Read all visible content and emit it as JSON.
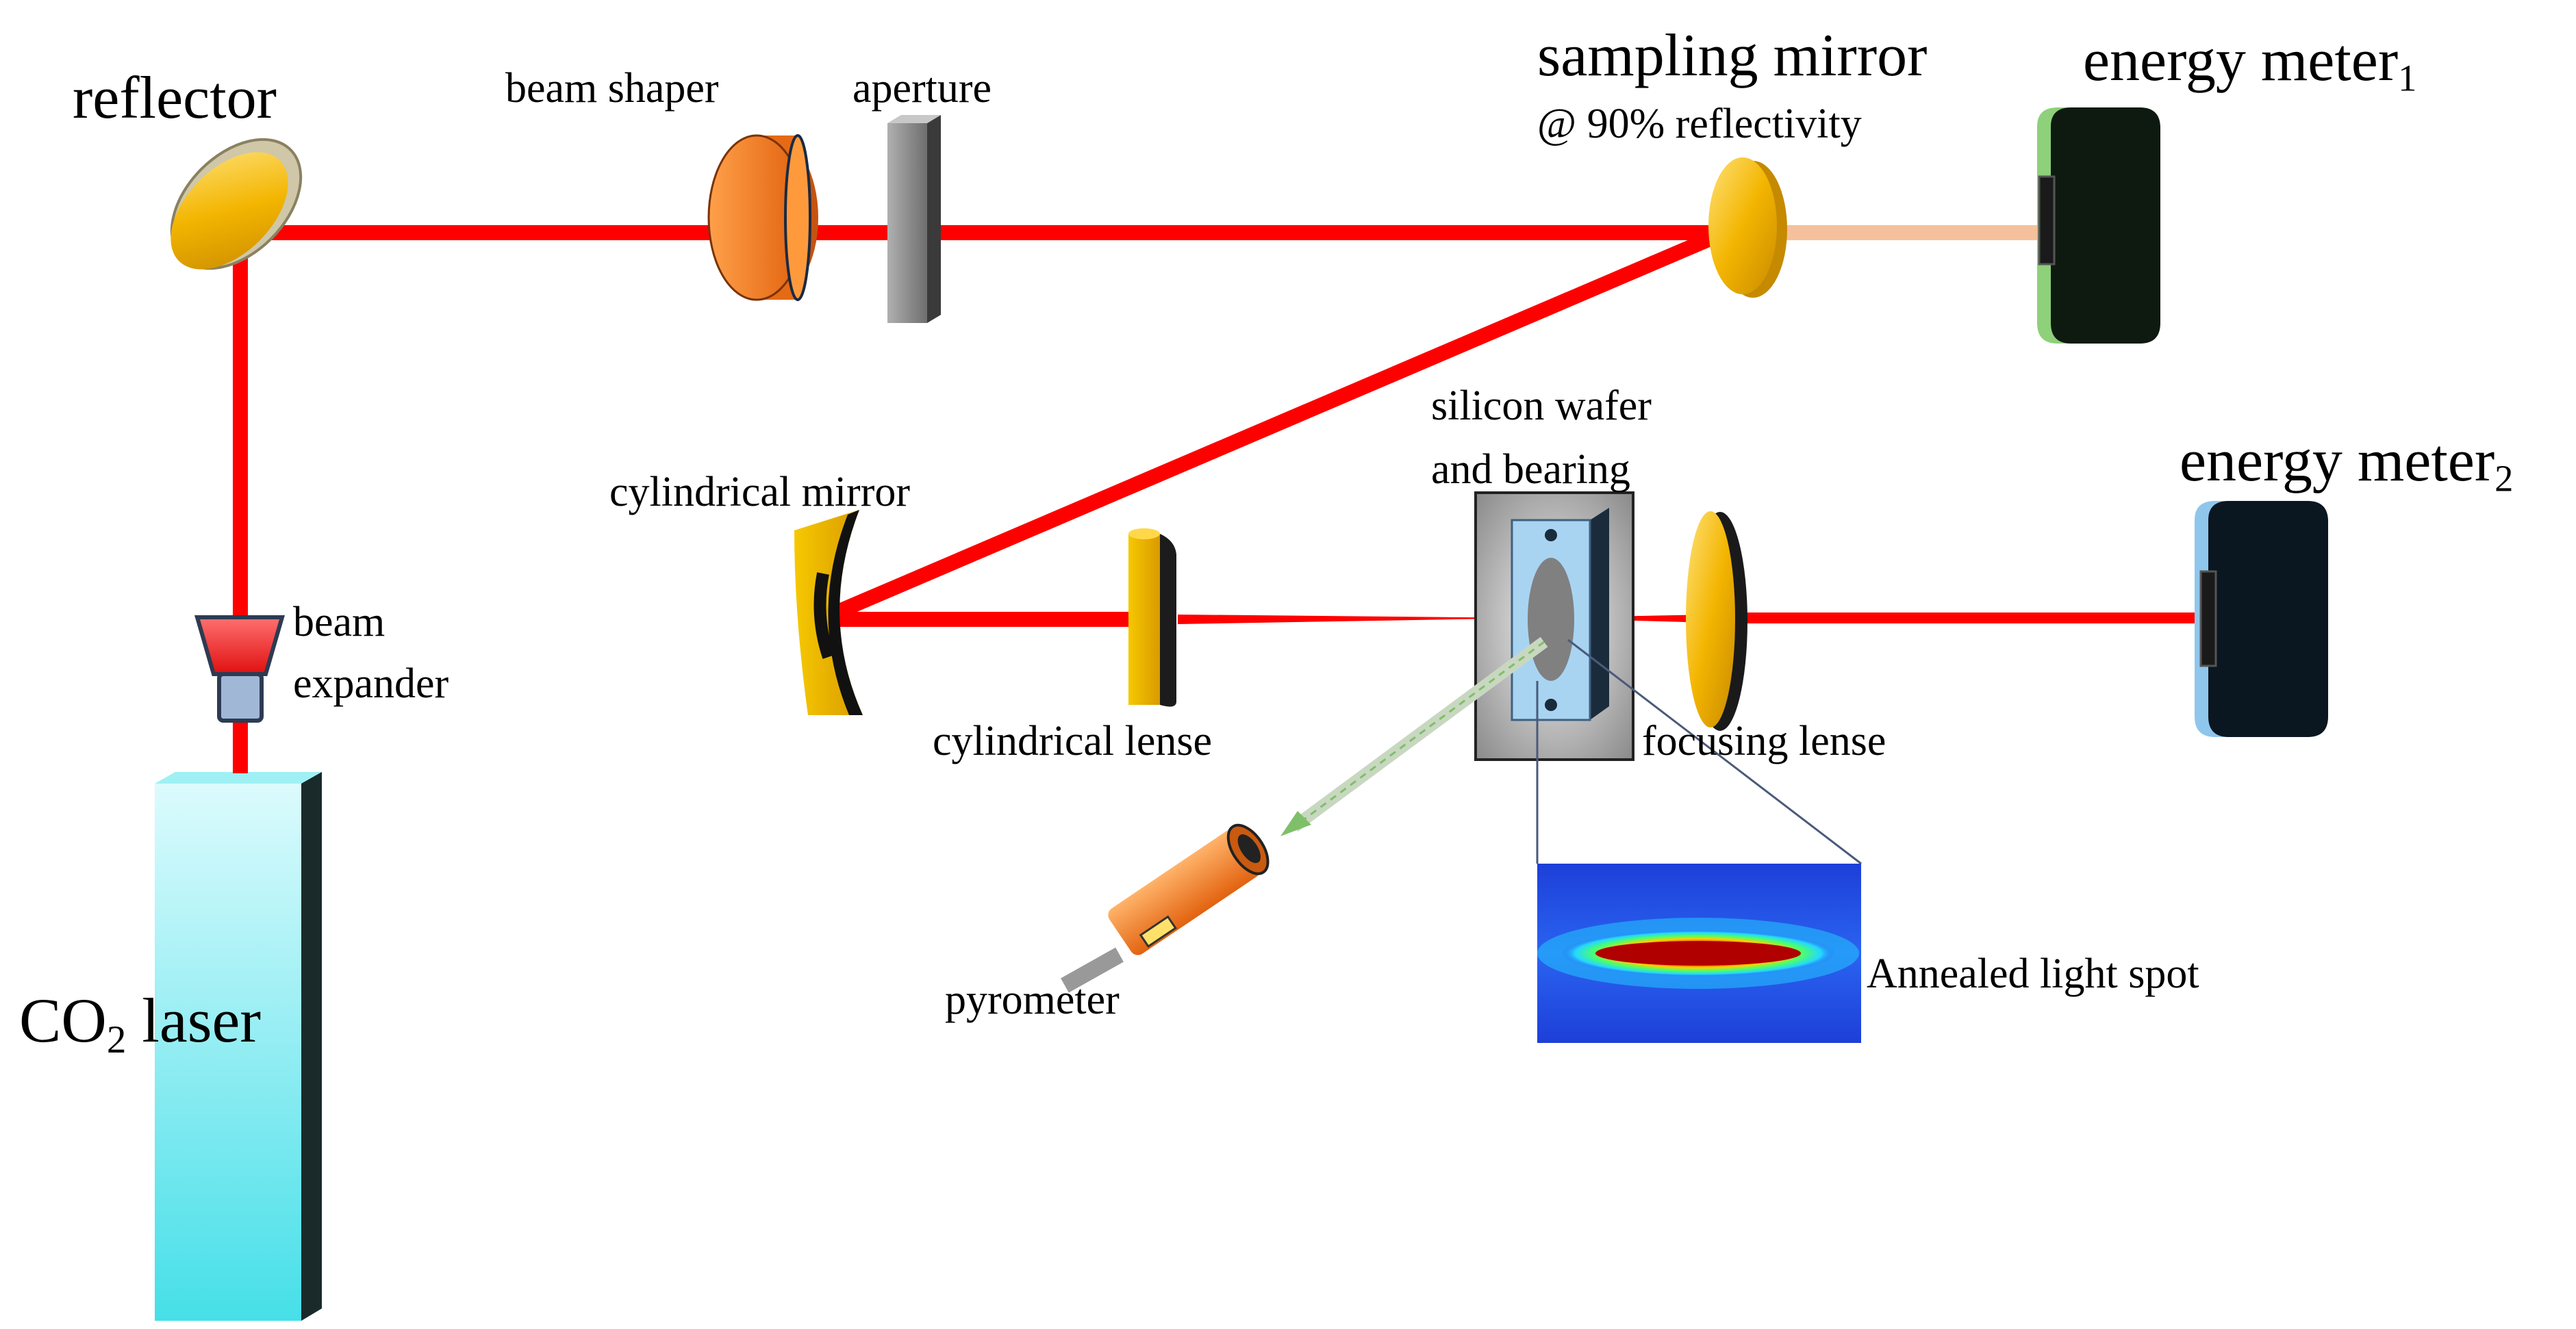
{
  "labels": {
    "reflector": "reflector",
    "beam_shaper": "beam shaper",
    "aperture": "aperture",
    "sampling_mirror": "sampling mirror",
    "sampling_note": "@ 90% reflectivity",
    "energy_meter_1": "energy meter",
    "energy_meter_1_sub": "1",
    "energy_meter_2": "energy meter",
    "energy_meter_2_sub": "2",
    "beam": "beam",
    "expander": "expander",
    "co2_prefix": "CO",
    "co2_sub": "2",
    "co2_suffix": "laser",
    "cylindrical_mirror": "cylindrical mirror",
    "cylindrical_lense": "cylindrical lense",
    "silicon_wafer": "silicon wafer",
    "and_bearing": "and bearing",
    "focusing_lense": "focusing lense",
    "pyrometer": "pyrometer",
    "annealed_spot": "Annealed light spot"
  },
  "colors": {
    "beam_red": "#ff0000",
    "sample_beam": "#f5c19c",
    "mirror_gold": "#f2b800",
    "orange": "#f07a1c",
    "aperture_gray": "#8a8a8a",
    "meter1_green": "#8fd07a",
    "meter2_blue": "#8fc6ec",
    "laser_cyan": "#5fe6ee",
    "wafer_blue": "#a8d4f2"
  }
}
